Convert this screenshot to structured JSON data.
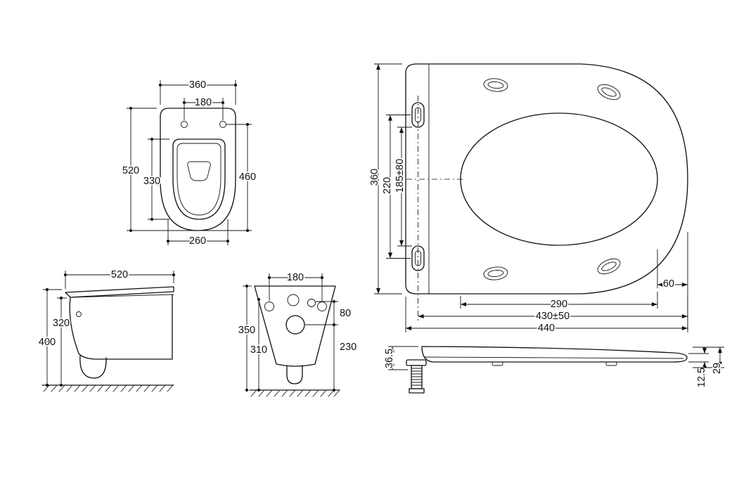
{
  "drawing": {
    "background": "#ffffff",
    "line_color": "#141414",
    "views": {
      "bowl_top": {
        "label": "toilet top view",
        "dims": {
          "outer_width": "360",
          "hinge_hole_spacing": "180",
          "total_depth": "520",
          "opening_depth": "330",
          "seat_depth": "460",
          "lower_width": "260"
        }
      },
      "side": {
        "label": "toilet side view",
        "dims": {
          "depth": "520",
          "overall_height": "400",
          "under_height": "320"
        }
      },
      "rear": {
        "label": "toilet rear view",
        "dims": {
          "bolt_spacing": "180",
          "overall_height": "350",
          "inner_height": "310",
          "hole_offset": "80",
          "outlet_height": "230"
        }
      },
      "seat_top": {
        "label": "seat top view",
        "dims": {
          "width": "360",
          "hinge_span": "220",
          "hinge_adjust": "185±80",
          "front_margin": "60",
          "opening_length": "290",
          "mount_length": "430±50",
          "total_length": "440"
        }
      },
      "seat_side": {
        "label": "seat side view",
        "dims": {
          "front_height": "36.5",
          "rear_lid_height": "12.5",
          "rear_total_height": "29"
        }
      }
    }
  }
}
